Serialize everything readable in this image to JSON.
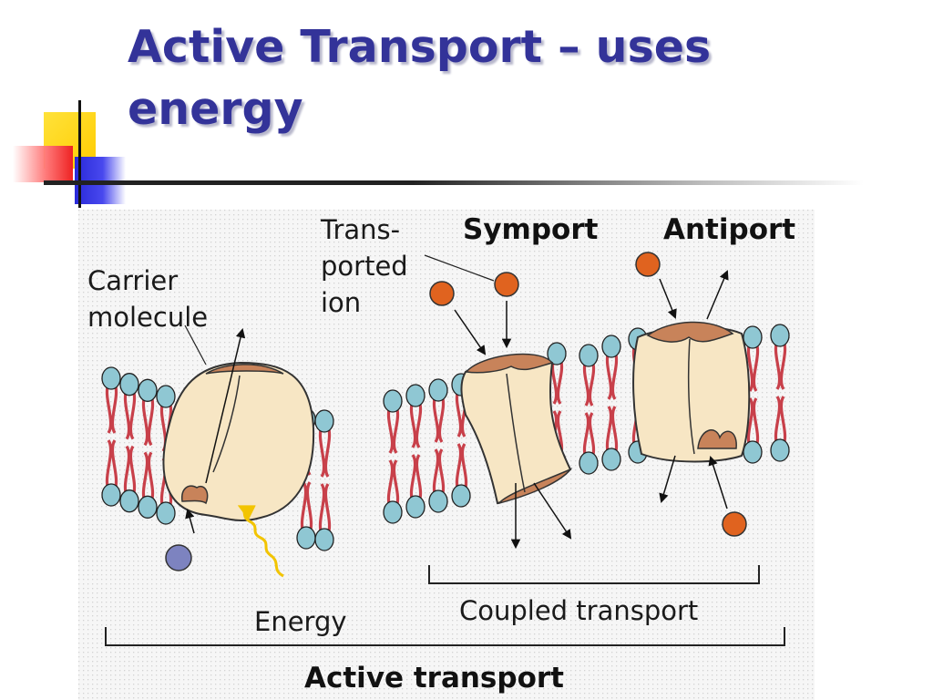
{
  "slide": {
    "title": "Active Transport – uses energy"
  },
  "diagram": {
    "labels": {
      "carrier_line1": "Carrier",
      "carrier_line2": "molecule",
      "transported_line1": "Trans-",
      "transported_line2": "ported",
      "transported_line3": "ion",
      "symport": "Symport",
      "antiport": "Antiport",
      "energy": "Energy",
      "coupled_transport": "Coupled transport",
      "active_transport": "Active transport"
    },
    "colors": {
      "title": "#333399",
      "lipid_head": "#8fc7d3",
      "lipid_tail": "#c8404a",
      "membrane_core": "#f5dede",
      "protein_fill": "#f7e6c4",
      "protein_cap": "#c8835a",
      "ion_orange": "#e0631f",
      "ion_blue": "#7d83c0",
      "energy_arrow": "#f2c400"
    }
  }
}
